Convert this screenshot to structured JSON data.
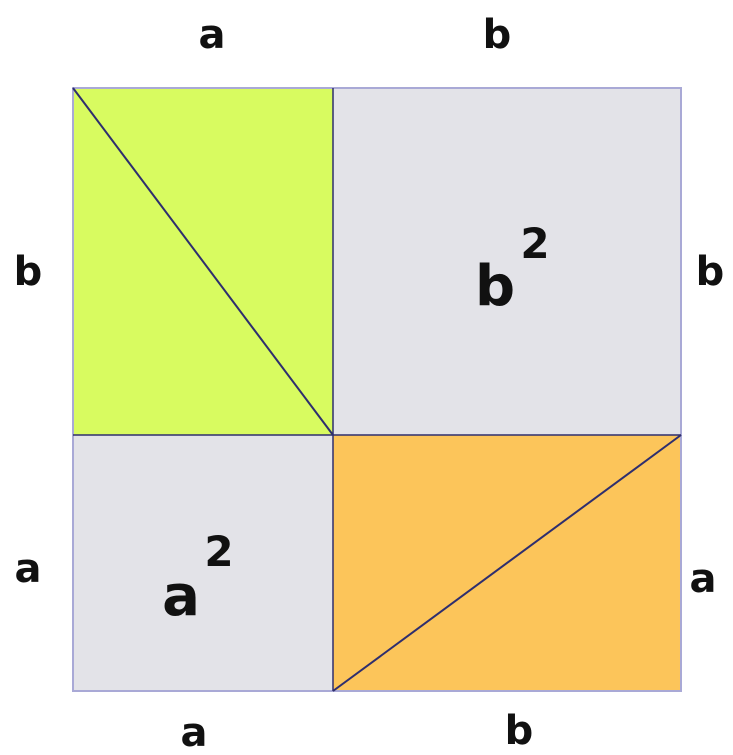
{
  "colors": {
    "green": "#d8fb60",
    "grey": "#e3e3e8",
    "orange": "#fcc55a",
    "stroke": "#2e2e6e",
    "outer_stroke": "#a9a9d6"
  },
  "labels": {
    "top_left": "a",
    "top_right": "b",
    "left_upper": "b",
    "left_lower": "a",
    "right_upper": "b",
    "right_lower": "a",
    "bottom_left": "a",
    "bottom_right": "b"
  },
  "areas": {
    "b_squared": {
      "base": "b",
      "exponent": "2"
    },
    "a_squared": {
      "base": "a",
      "exponent": "2"
    }
  }
}
